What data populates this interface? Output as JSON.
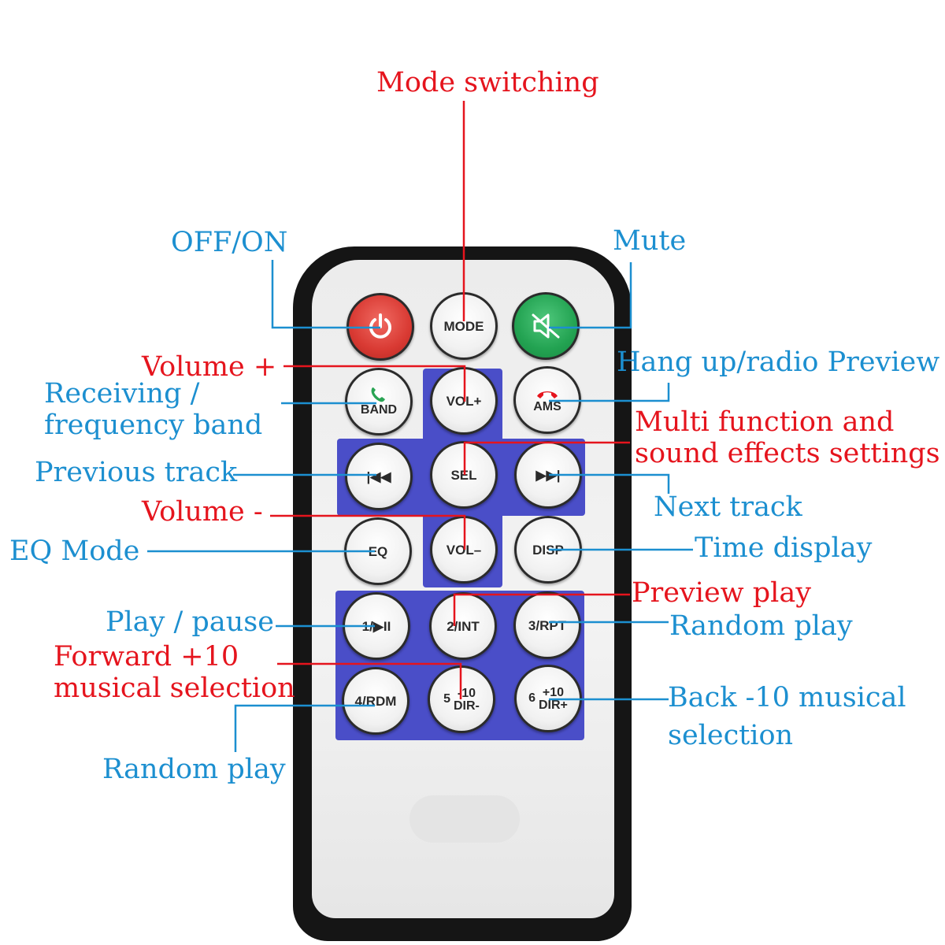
{
  "colors": {
    "red_label": "#e5141d",
    "blue_label": "#1c8fd0",
    "pad": "#4a4ec8",
    "power": "#d93a33",
    "mute": "#23a352"
  },
  "buttons": {
    "power": {
      "icon": "power-icon"
    },
    "mode": {
      "label": "MODE"
    },
    "mute": {
      "icon": "mute-speaker-icon"
    },
    "band": {
      "label": "BAND",
      "icon": "phone-answer-icon"
    },
    "vol_up": {
      "label": "VOL+"
    },
    "ams": {
      "label": "AMS",
      "icon": "phone-hangup-icon"
    },
    "prev": {
      "label": "|◀◀"
    },
    "sel": {
      "label": "SEL"
    },
    "next": {
      "label": "▶▶|"
    },
    "eq": {
      "label": "EQ"
    },
    "vol_down": {
      "label": "VOL–"
    },
    "disp": {
      "label": "DISP"
    },
    "b1": {
      "label": "1/▶II"
    },
    "b2": {
      "label": "2/INT"
    },
    "b3": {
      "label": "3/RPT"
    },
    "b4": {
      "label": "4/RDM"
    },
    "b5": {
      "num": "5",
      "top": "-10",
      "bottom": "DIR-"
    },
    "b6": {
      "num": "6",
      "top": "+10",
      "bottom": "DIR+"
    }
  },
  "labels": {
    "mode_switching": "Mode switching",
    "off_on": "OFF/ON",
    "mute": "Mute",
    "volume_up": "Volume +",
    "hang_up": "Hang up/radio Preview",
    "receiving_1": "Receiving /",
    "receiving_2": "frequency band",
    "multi_1": "Multi function and",
    "multi_2": "sound effects settings",
    "previous_track": "Previous track",
    "next_track": "Next track",
    "volume_down": "Volume -",
    "eq_mode": "EQ Mode",
    "time_display": "Time display",
    "preview_play": "Preview play",
    "play_pause": "Play / pause",
    "random_play_right": "Random play",
    "forward_1": "Forward +10",
    "forward_2": "musical selection",
    "back_1": "Back -10 musical",
    "back_2": "selection",
    "random_play_left": "Random play"
  }
}
